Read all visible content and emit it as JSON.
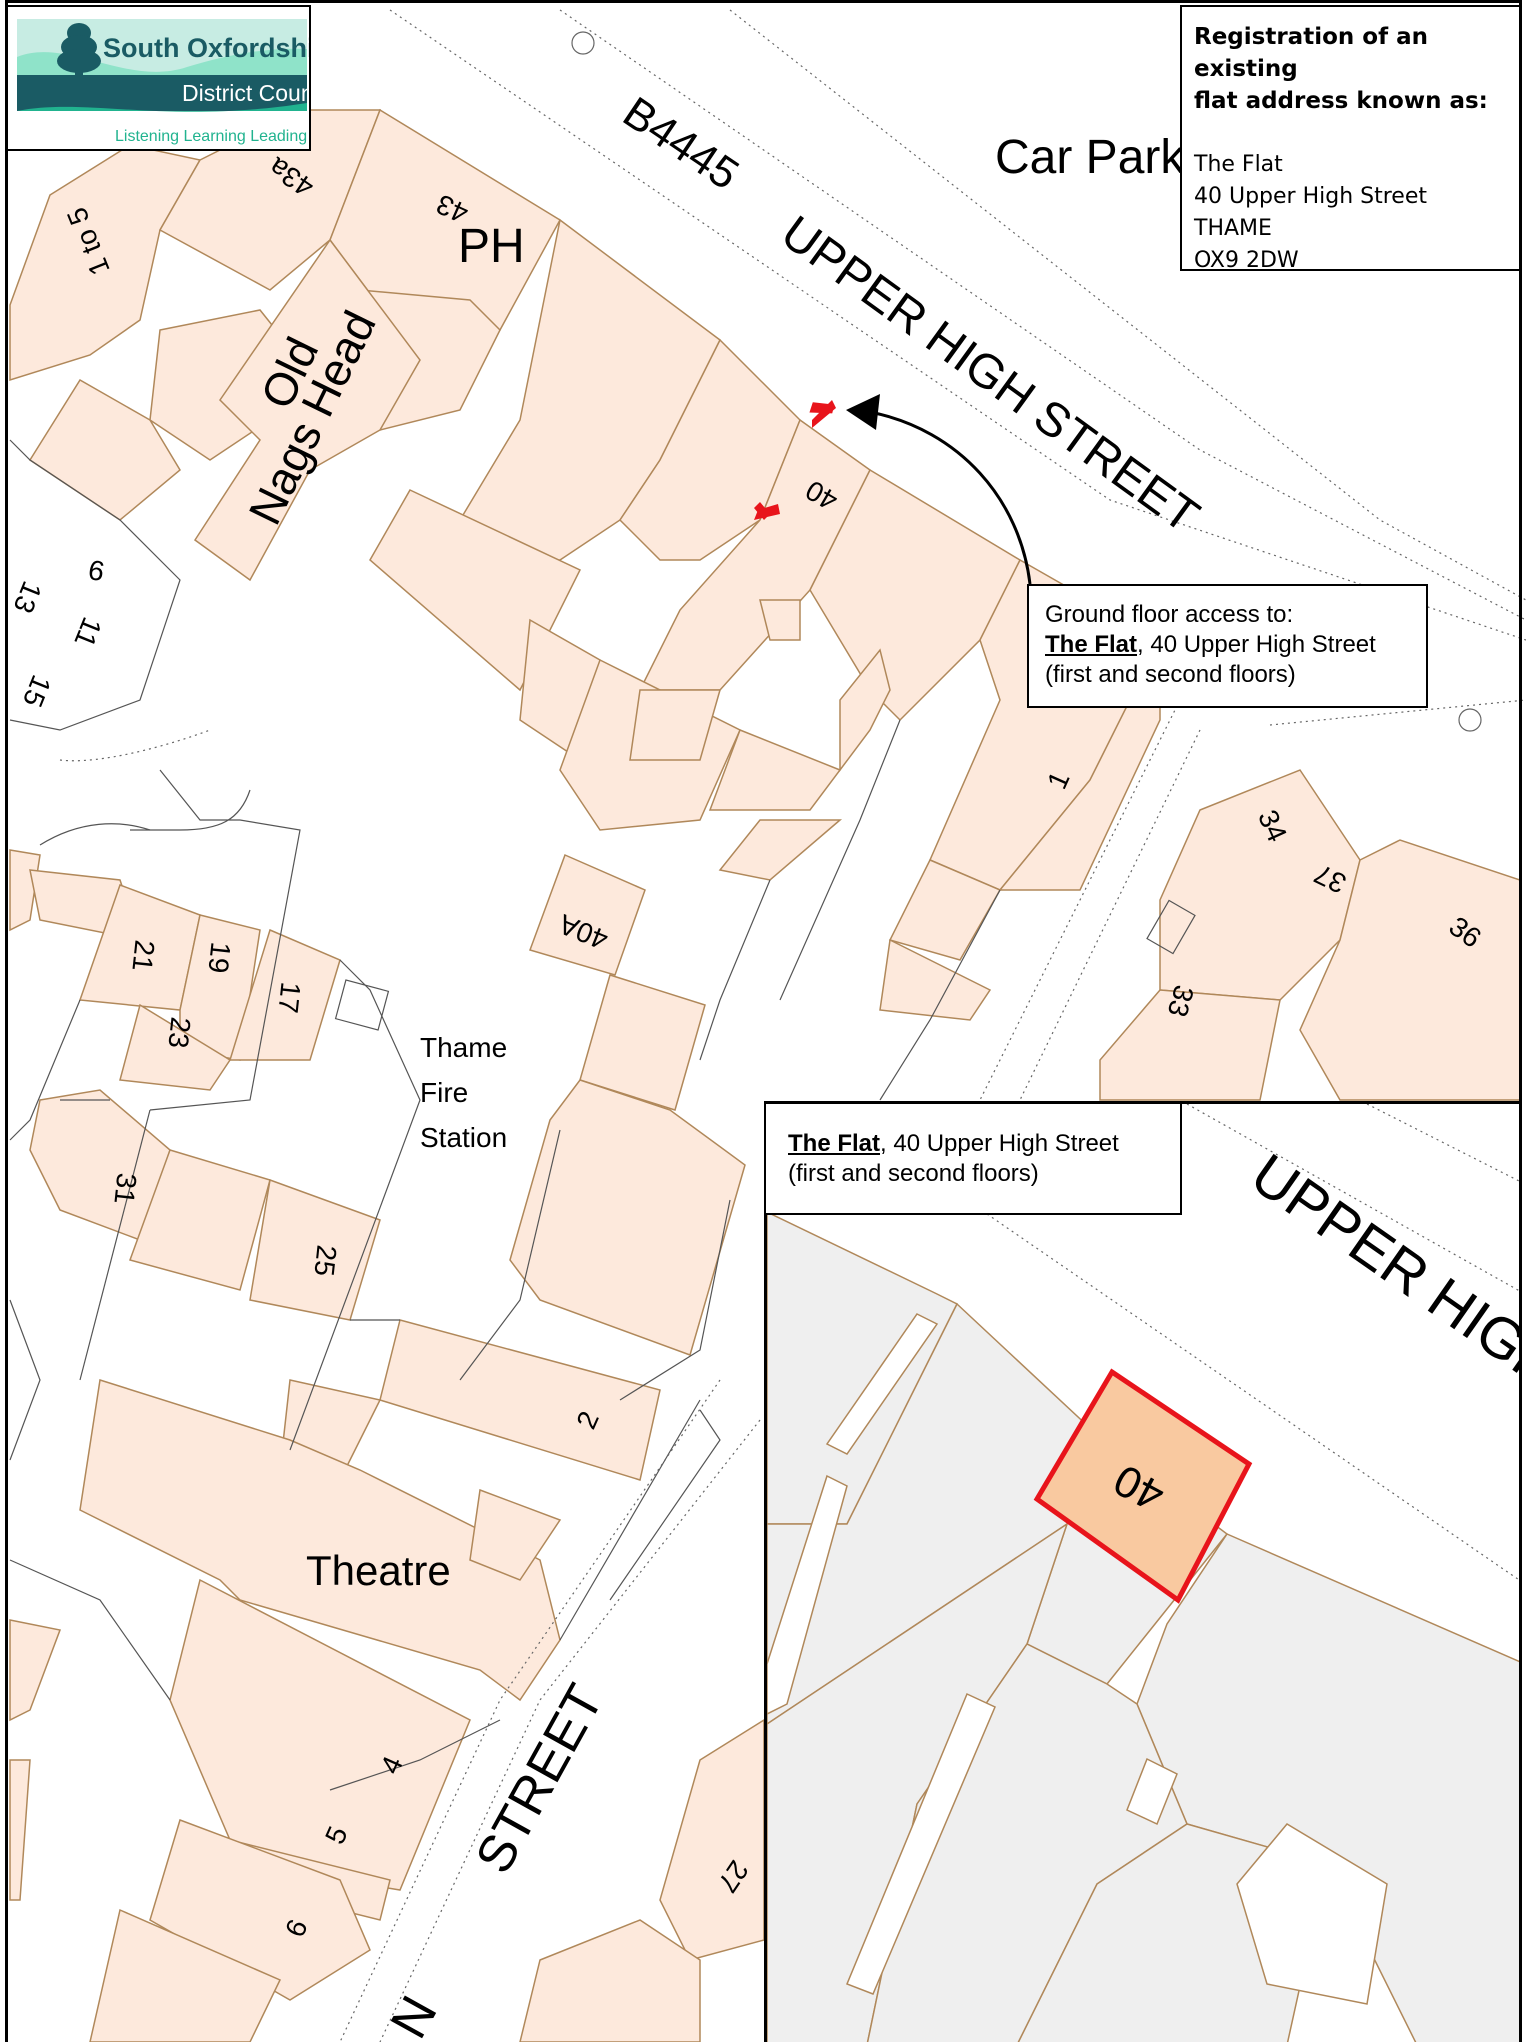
{
  "logo": {
    "org_line1": "South Oxfordshire",
    "org_line2": "District Council",
    "tagline": "Listening Learning Leading"
  },
  "registration": {
    "heading_line1": "Registration of an existing",
    "heading_line2": "flat address known as:",
    "address": [
      "The Flat",
      "40 Upper High Street",
      "THAME",
      "OX9 2DW"
    ]
  },
  "access_note": {
    "line1": "Ground floor access to:",
    "name": "The Flat",
    "line2_rest": ", 40 Upper High Street",
    "line3": "(first and second floors)"
  },
  "inset_label": {
    "name": "The Flat",
    "line1_rest": ", 40 Upper High Street",
    "line2": "(first and second floors)"
  },
  "map_labels": {
    "road_number": "B4445",
    "car_park": "Car Park",
    "upper_high_street": "UPPER HIGH STREET",
    "inset_street": "UPPER HIGH",
    "street": "STREET",
    "street_tail": "N",
    "pub": "PH",
    "old": "Old",
    "nags_head": "Nags Head",
    "fire1": "Thame",
    "fire2": "Fire",
    "fire3": "Station",
    "theatre": "Theatre",
    "inset_number": "40"
  },
  "house_numbers": [
    "43a",
    "43",
    "1 to 5",
    "9",
    "13",
    "11",
    "15",
    "40",
    "40A",
    "1",
    "34",
    "37",
    "36",
    "33",
    "21",
    "19",
    "17",
    "23",
    "31",
    "25",
    "2",
    "4",
    "5",
    "6",
    "27"
  ],
  "colors": {
    "building_fill": "#fde9dc",
    "building_edge": "#b0885a",
    "highlight_fill": "#f9c9a0",
    "highlight_edge": "#e8141b",
    "arrow_red": "#e8141b",
    "inset_grey": "#efefef",
    "logo_teal": "#1a5b64",
    "logo_green": "#21b38f"
  }
}
